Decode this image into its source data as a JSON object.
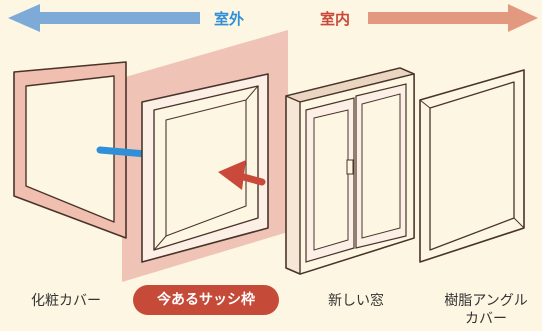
{
  "header": {
    "outdoor_label": "室外",
    "indoor_label": "室内"
  },
  "parts": [
    {
      "label": "化粧カバー"
    },
    {
      "label": "今あるサッシ枠",
      "highlighted": true
    },
    {
      "label": "新しい窓"
    },
    {
      "label": "樹脂アングル",
      "label_line2": "カバー"
    }
  ],
  "colors": {
    "background": "#fdf6e2",
    "outdoor_arrow": "#7eaad8",
    "indoor_arrow": "#e39880",
    "blue_arrow": "#2f8fd8",
    "red_arrow": "#c94a3a",
    "cover_pink": "#f0bfb0",
    "frame_highlight": "#efc3b6",
    "badge": "#c64a38",
    "outline": "#4a342a"
  },
  "icons": [
    "double-arrow-outdoor",
    "double-arrow-indoor",
    "insert-arrow-blue",
    "insert-arrow-red"
  ]
}
